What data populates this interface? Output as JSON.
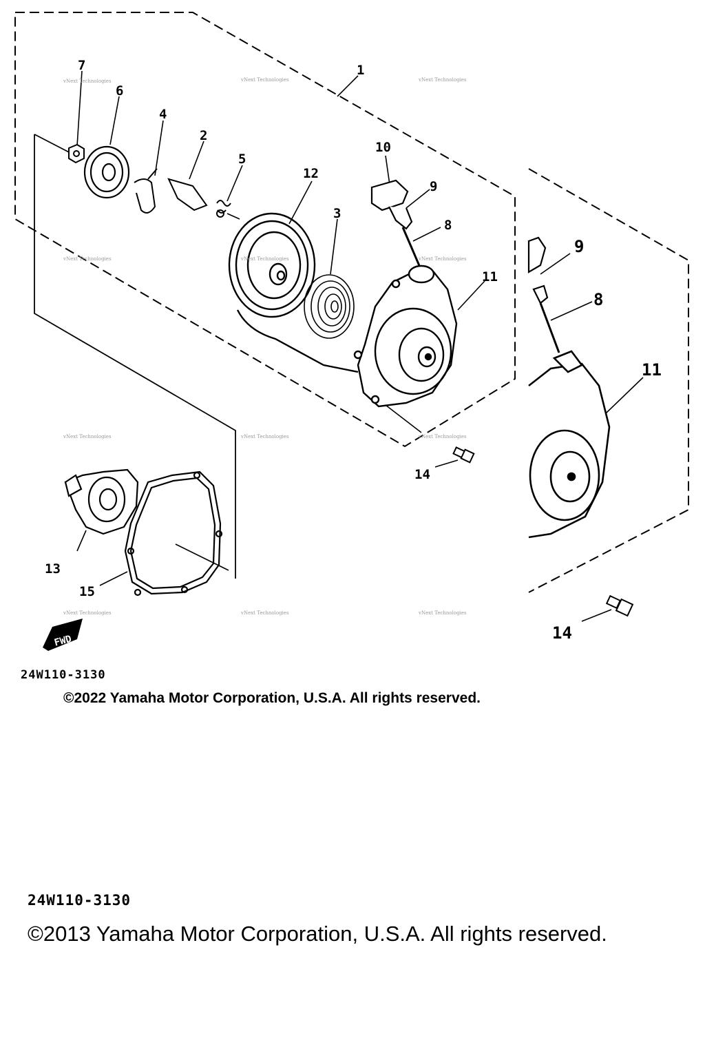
{
  "callouts": {
    "c1": "1",
    "c2": "2",
    "c3": "3",
    "c4": "4",
    "c5": "5",
    "c6": "6",
    "c7": "7",
    "c8": "8",
    "c9": "9",
    "c10": "10",
    "c11": "11",
    "c12": "12",
    "c13": "13",
    "c14": "14",
    "c15": "15",
    "c8b": "8",
    "c9b": "9",
    "c11b": "11",
    "c14b": "14"
  },
  "fwd_label": "FWD",
  "watermark": {
    "line1": "vNext Technologies",
    "line2": "Technologies"
  },
  "footer": {
    "drawing_code_1": "24W110-3130",
    "copyright_1": "©2022 Yamaha Motor Corporation, U.S.A. All rights reserved.",
    "drawing_code_2": "24W110-3130",
    "copyright_2": "©2013 Yamaha Motor Corporation, U.S.A. All rights reserved."
  }
}
